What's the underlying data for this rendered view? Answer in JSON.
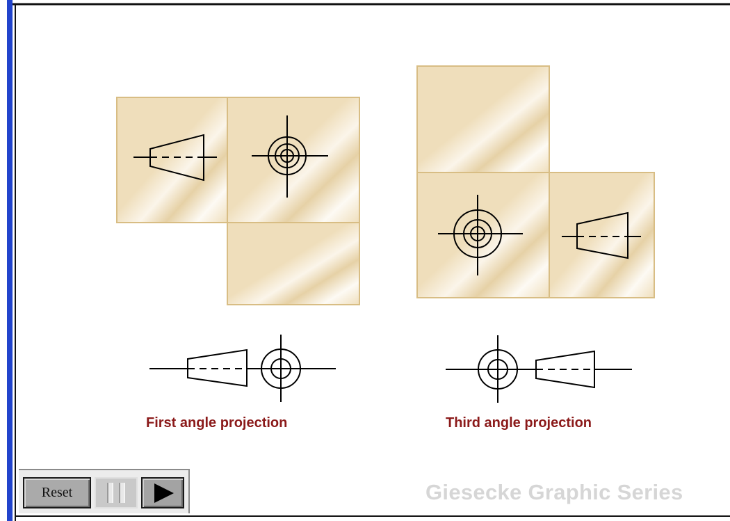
{
  "diagram": {
    "captions": {
      "first_angle": "First angle projection",
      "third_angle": "Third angle projection"
    },
    "watermark": "Giesecke Graphic Series",
    "colors": {
      "panel_fill": "#efdebb",
      "panel_border": "#d8bd84",
      "caption": "#8b1a1a",
      "watermark": "#d6d6d6",
      "left_accent": "#2244cc"
    }
  },
  "controls": {
    "reset_label": "Reset",
    "pause_icon": "pause-icon",
    "play_icon": "play-icon"
  }
}
